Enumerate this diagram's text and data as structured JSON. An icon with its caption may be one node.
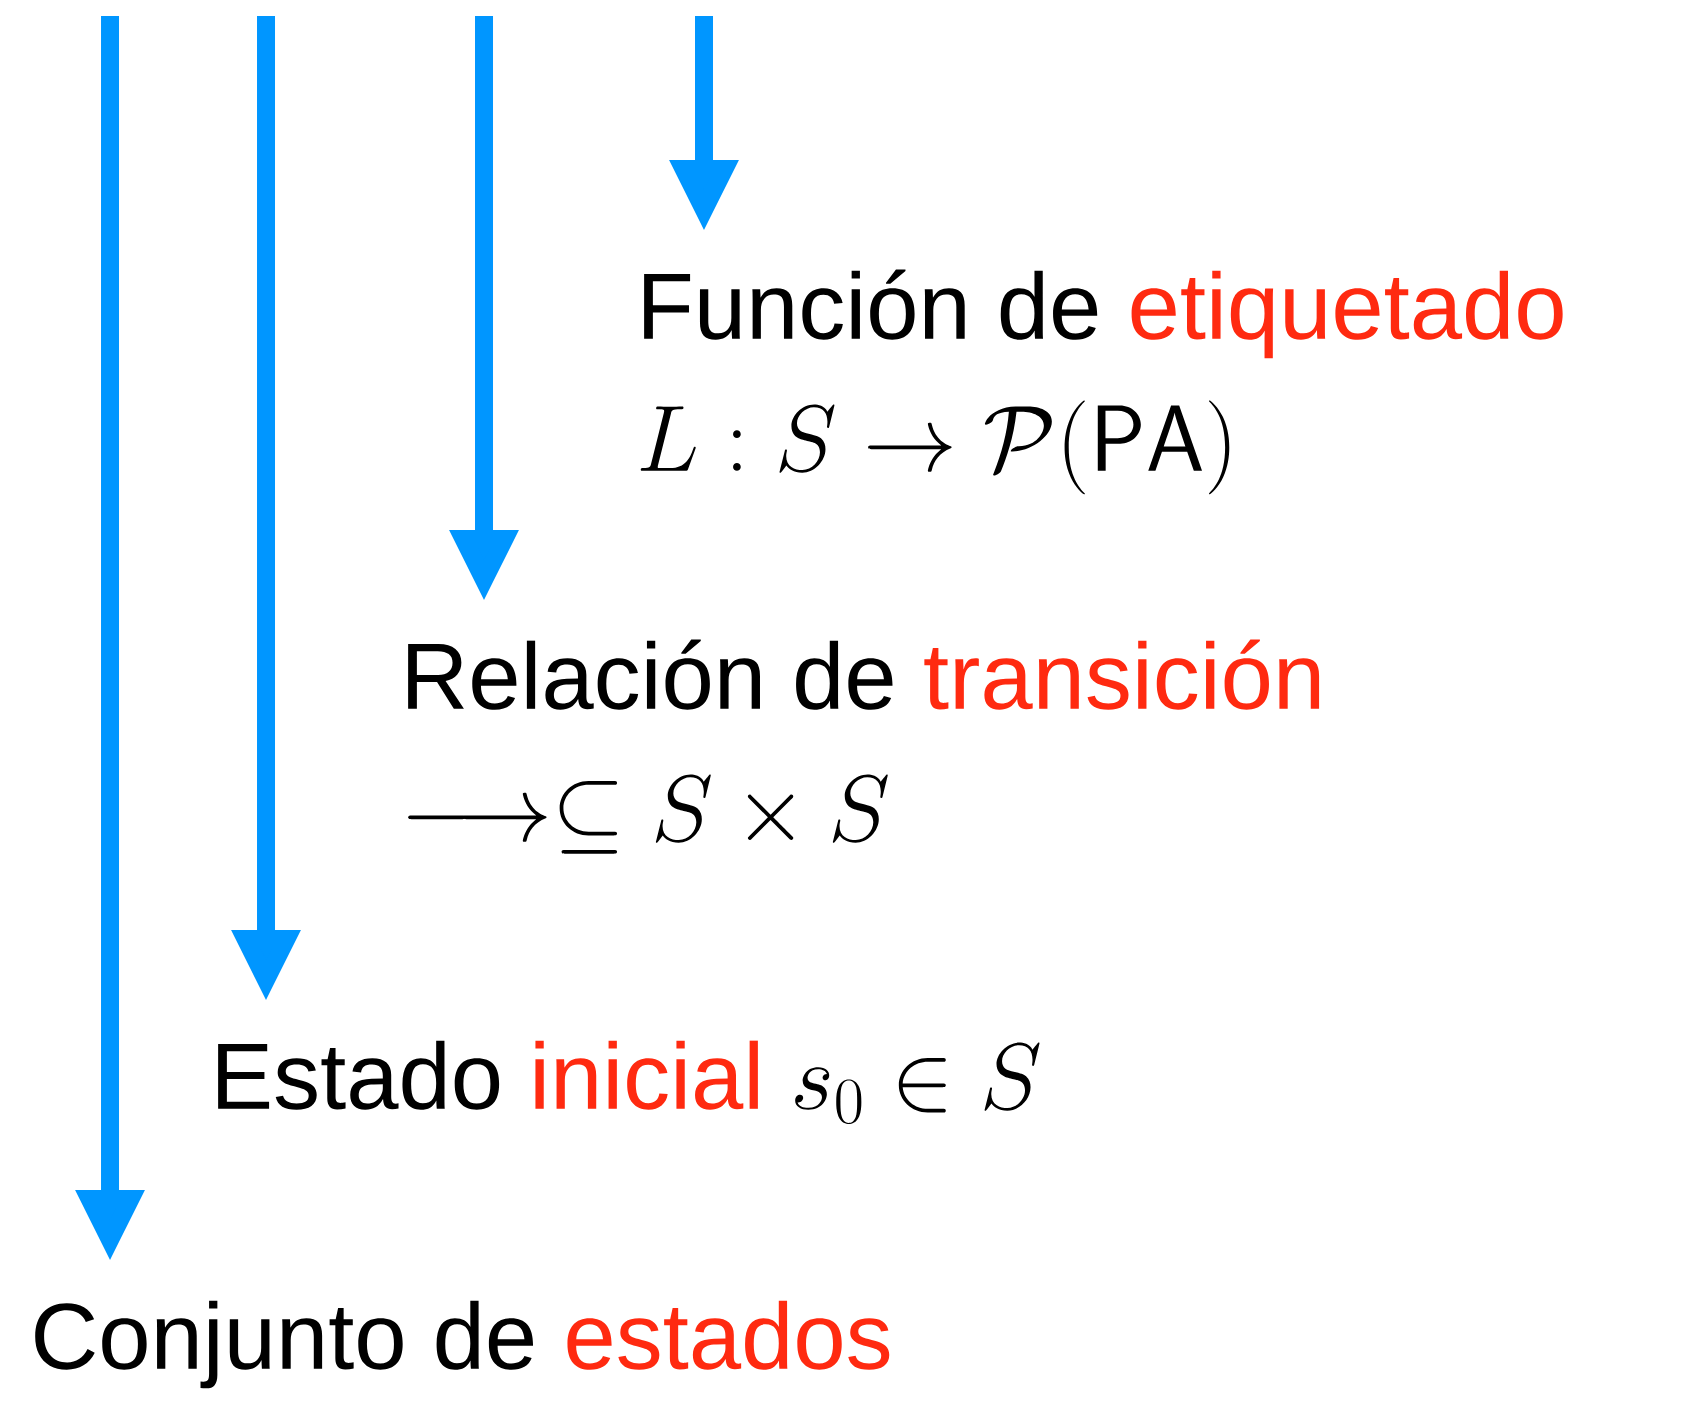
{
  "diagram": {
    "nodes": [
      {
        "text": [
          "Función de",
          "etiquetado",
          "L : S \\to \\mathcal{P}(\\mathsf{PA})"
        ]
      },
      {
        "text": [
          "Relación de",
          "transición",
          "\\longrightarrow \\subseteq S \\times S"
        ]
      },
      {
        "text": [
          "Estado",
          "inicial",
          "s_0 \\in S"
        ]
      },
      {
        "text": [
          "Conjunto de",
          "estados"
        ]
      }
    ],
    "edges": [
      {
        "from": null,
        "to": 0,
        "arrow": "to"
      },
      {
        "from": null,
        "to": 1,
        "arrow": "to"
      },
      {
        "from": null,
        "to": 2,
        "arrow": "to"
      },
      {
        "from": null,
        "to": 3,
        "arrow": "to"
      }
    ]
  }
}
